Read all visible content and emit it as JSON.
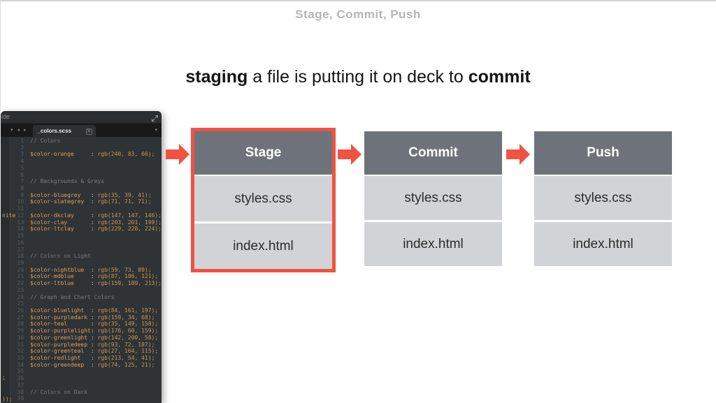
{
  "slide": {
    "header_title": "Stage, Commit, Push",
    "heading_parts": {
      "bold_start": "staging",
      "middle": " a file is putting it on deck to ",
      "bold_end": "commit"
    }
  },
  "colors": {
    "accent_red": "#F05342",
    "box_header_gray": "#6E737B",
    "box_row_gray": "#D2D3D6",
    "box_row_text": "#2B2B2B",
    "editor_bg": "#2F3335",
    "editor_titlebar": "#2B2E30",
    "editor_tabbar": "#17191B",
    "code_comment": "#7A7E81",
    "code_variable": "#DFA05E",
    "code_punct": "#CDD3DA",
    "code_value": "#C89A55",
    "line_number": "#585E62"
  },
  "editor": {
    "window_title_fragment": "ide",
    "tab_label": "_colors.scss",
    "sidebar_fragments": [
      "nite",
      ";",
      "));"
    ],
    "code_lines": [
      {
        "n": 1,
        "k": "comment",
        "text": "// Colors"
      },
      {
        "n": 2,
        "k": "blank"
      },
      {
        "n": 3,
        "k": "var",
        "name": "$color-orange",
        "sep": "     : ",
        "val": "rgb(240, 83, 66);"
      },
      {
        "n": 4,
        "k": "blank"
      },
      {
        "n": 5,
        "k": "blank"
      },
      {
        "n": 6,
        "k": "blank"
      },
      {
        "n": 7,
        "k": "comment",
        "text": "// Backgrounds & Greys"
      },
      {
        "n": 8,
        "k": "blank"
      },
      {
        "n": 9,
        "k": "var",
        "name": "$color-bluegrey",
        "sep": "   : ",
        "val": "rgb(35, 39, 41);"
      },
      {
        "n": 10,
        "k": "var",
        "name": "$color-slategrey",
        "sep": "  : ",
        "val": "rgb(71, 71, 71);"
      },
      {
        "n": 11,
        "k": "blank"
      },
      {
        "n": 12,
        "k": "var",
        "name": "$color-dkclay",
        "sep": "     : ",
        "val": "rgb(147, 147, 146);"
      },
      {
        "n": 13,
        "k": "var",
        "name": "$color-clay",
        "sep": "       : ",
        "val": "rgb(203, 201, 199);"
      },
      {
        "n": 14,
        "k": "var",
        "name": "$color-ltclay",
        "sep": "     : ",
        "val": "rgb(229, 228, 224);"
      },
      {
        "n": 15,
        "k": "blank"
      },
      {
        "n": 16,
        "k": "blank"
      },
      {
        "n": 17,
        "k": "blank"
      },
      {
        "n": 18,
        "k": "comment",
        "text": "// Colors on Light"
      },
      {
        "n": 19,
        "k": "blank"
      },
      {
        "n": 20,
        "k": "var",
        "name": "$color-nightblue",
        "sep": "  : ",
        "val": "rgb(59, 73, 89);"
      },
      {
        "n": 21,
        "k": "var",
        "name": "$color-mdblue",
        "sep": "     : ",
        "val": "rgb(87, 106, 121);"
      },
      {
        "n": 22,
        "k": "var",
        "name": "$color-ltblue",
        "sep": "     : ",
        "val": "rgb(159, 189, 213);"
      },
      {
        "n": 23,
        "k": "blank"
      },
      {
        "n": 24,
        "k": "comment",
        "text": "// Graph and Chart Colors"
      },
      {
        "n": 25,
        "k": "blank"
      },
      {
        "n": 26,
        "k": "var",
        "name": "$color-bluelight",
        "sep": "  : ",
        "val": "rgb(84, 161, 197);"
      },
      {
        "n": 27,
        "k": "var",
        "name": "$color-purpledark",
        "sep": " : ",
        "val": "rgb(159, 34, 68);"
      },
      {
        "n": 28,
        "k": "var",
        "name": "$color-teal",
        "sep": "       : ",
        "val": "rgb(35, 149, 158);"
      },
      {
        "n": 29,
        "k": "var",
        "name": "$color-purplelight",
        "sep": ": ",
        "val": "rgb(176, 60, 159);"
      },
      {
        "n": 30,
        "k": "var",
        "name": "$color-greenlight",
        "sep": " : ",
        "val": "rgb(142, 200, 58);"
      },
      {
        "n": 31,
        "k": "var",
        "name": "$color-purpledeep",
        "sep": " : ",
        "val": "rgb(93, 72, 187);"
      },
      {
        "n": 32,
        "k": "var",
        "name": "$color-greenteal",
        "sep": "  : ",
        "val": "rgb(27, 164, 115);"
      },
      {
        "n": 33,
        "k": "var",
        "name": "$color-redlight",
        "sep": "   : ",
        "val": "rgb(213, 54, 41);"
      },
      {
        "n": 34,
        "k": "var",
        "name": "$color-greendeep",
        "sep": "  : ",
        "val": "rgb(74, 125, 21);"
      },
      {
        "n": 35,
        "k": "blank"
      },
      {
        "n": 36,
        "k": "blank"
      },
      {
        "n": 37,
        "k": "blank"
      },
      {
        "n": 38,
        "k": "comment",
        "text": "// Colors on Dark"
      },
      {
        "n": 39,
        "k": "blank"
      }
    ]
  },
  "flow": {
    "columns": [
      {
        "label": "Stage",
        "files": [
          "styles.css",
          "index.html"
        ],
        "highlighted": true
      },
      {
        "label": "Commit",
        "files": [
          "styles.css",
          "index.html"
        ],
        "highlighted": false
      },
      {
        "label": "Push",
        "files": [
          "styles.css",
          "index.html"
        ],
        "highlighted": false
      }
    ]
  }
}
